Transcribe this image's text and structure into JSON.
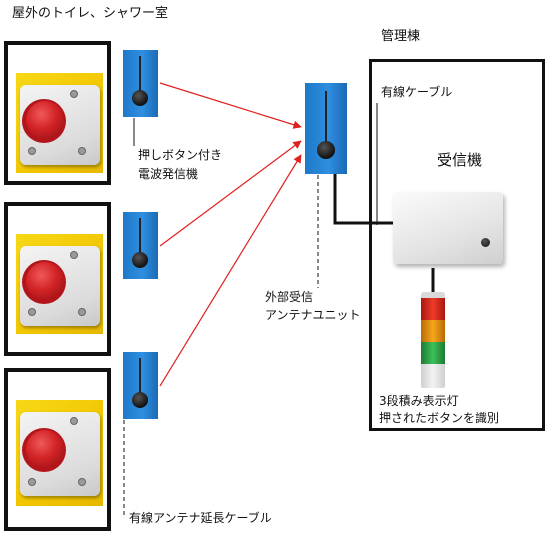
{
  "labels": {
    "outdoor_title": "屋外のトイレ、シャワー室",
    "building_title": "管理棟",
    "wired_cable": "有線ケーブル",
    "receiver": "受信機",
    "transmitter_line1": "押しボタン付き",
    "transmitter_line2": "電波発信機",
    "antenna_unit_line1": "外部受信",
    "antenna_unit_line2": "アンテナユニット",
    "stack_light_line1": "3段積み表示灯",
    "stack_light_line2": "押されたボタンを識別",
    "extension_cable": "有線アンテナ延長ケーブル"
  },
  "colors": {
    "signal_arrow": "#e02020",
    "transmitter_blue": "#2a86d6",
    "button_red": "#c8161d",
    "panel_yellow": "#f2c500",
    "stack_red": "#e02a1c",
    "stack_amber": "#f29a12",
    "stack_green": "#2fa84a"
  }
}
